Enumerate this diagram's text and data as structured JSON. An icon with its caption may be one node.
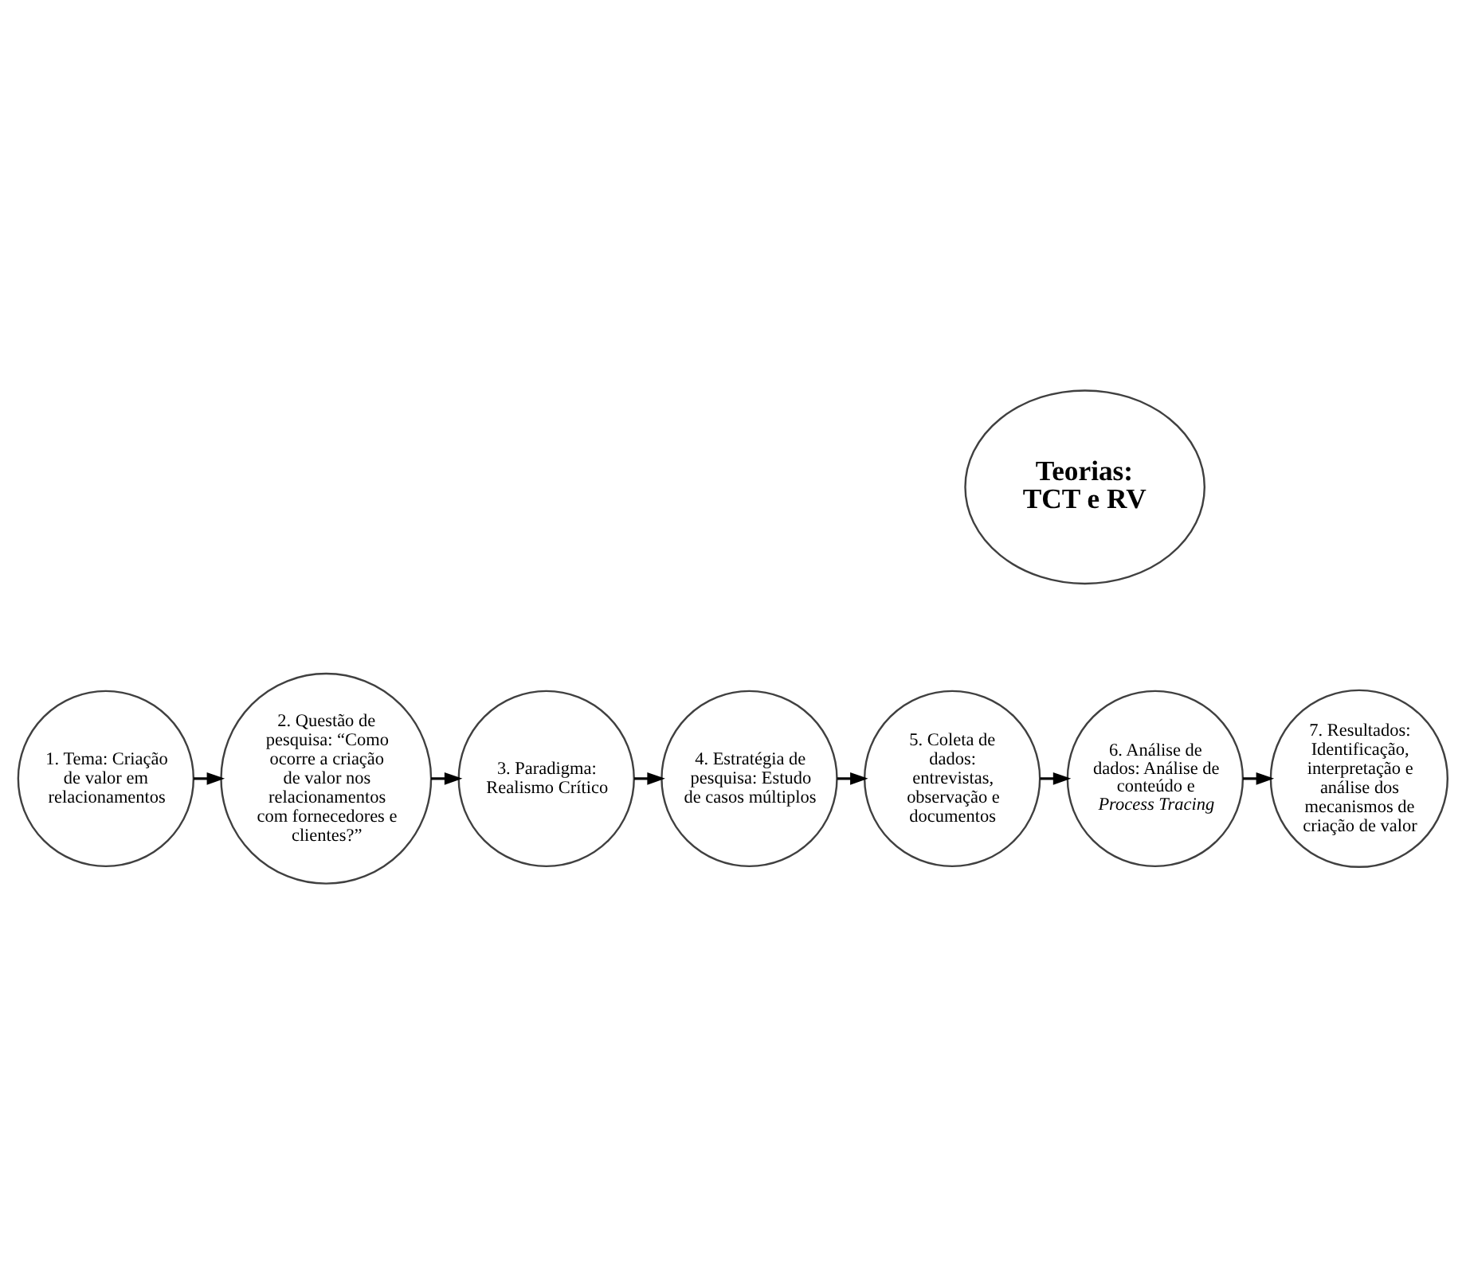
{
  "diagram": {
    "nodes": [
      {
        "text": [
          "1. Tema: Criação de valor em relacionamentos"
        ]
      },
      {
        "text": [
          "2. Questão de pesquisa: “Como ocorre a criação de valor nos relacionamentos com fornecedores e clientes?”"
        ]
      },
      {
        "text": [
          "3. Paradigma: Realismo Crítico"
        ]
      },
      {
        "text": [
          "4. Estratégia de pesquisa: Estudo de casos múltiplos"
        ]
      },
      {
        "text": [
          "5. Coleta de dados: entrevistas, observação e documentos"
        ]
      },
      {
        "text": [
          "6. Análise de dados: Análise de conteúdo e *Process Tracing*"
        ]
      },
      {
        "text": [
          "7. Resultados: Identificação, interpretação e análise dos mecanismos de criação de valor"
        ]
      },
      {
        "text": [
          "Teorias: TCT e RV"
        ]
      }
    ],
    "edges": [
      {
        "from": 0,
        "to": 1,
        "arrow": "to"
      },
      {
        "from": 1,
        "to": 2,
        "arrow": "to"
      },
      {
        "from": 2,
        "to": 3,
        "arrow": "to"
      },
      {
        "from": 3,
        "to": 4,
        "arrow": "to"
      },
      {
        "from": 4,
        "to": 5,
        "arrow": "to"
      },
      {
        "from": 5,
        "to": 6,
        "arrow": "to"
      }
    ]
  }
}
